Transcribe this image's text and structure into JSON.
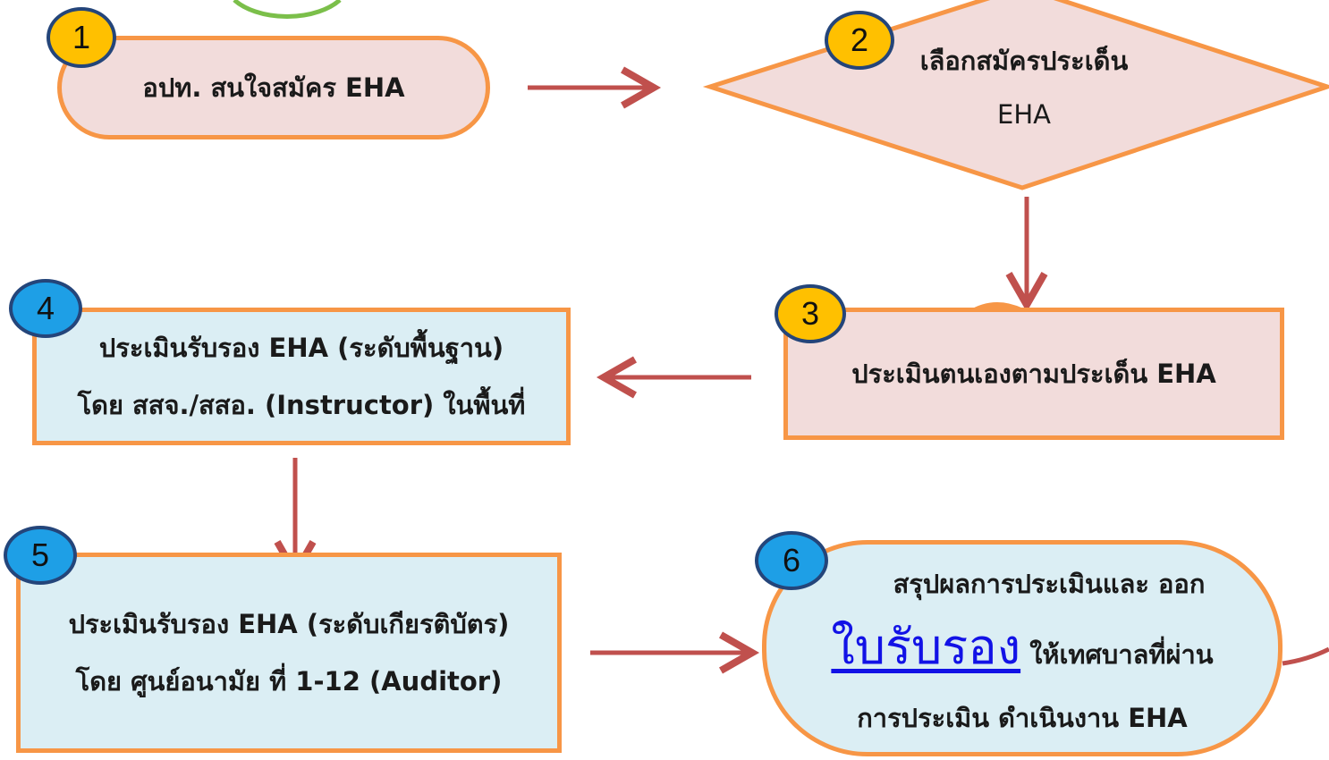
{
  "colors": {
    "pink_fill": "#f2dcdb",
    "blue_fill": "#dbeef4",
    "orange_border": "#f79646",
    "arrow": "#c0504d",
    "badge_yellow": "#ffc000",
    "badge_blue": "#1e9fe6",
    "link": "#1212e6"
  },
  "steps": [
    {
      "number": "1",
      "lines": [
        "อปท. สนใจสมัคร EHA"
      ]
    },
    {
      "number": "2",
      "lines": [
        "เลือกสมัครประเด็น",
        "EHA"
      ]
    },
    {
      "number": "3",
      "lines": [
        "ประเมินตนเองตามประเด็น EHA"
      ]
    },
    {
      "number": "4",
      "lines": [
        "ประเมินรับรอง EHA (ระดับพื้นฐาน)",
        "โดย สสจ./สสอ. (Instructor) ในพื้นที่"
      ]
    },
    {
      "number": "5",
      "lines": [
        "ประเมินรับรอง EHA (ระดับเกียรติบัตร)",
        "โดย ศูนย์อนามัย ที่ 1-12 (Auditor)"
      ]
    },
    {
      "number": "6",
      "lines": [
        "สรุปผลการประเมินและ ออก",
        "ให้เทศบาลที่ผ่าน",
        "การประเมิน ดำเนินงาน EHA"
      ],
      "link_text": "ใบรับรอง"
    }
  ]
}
